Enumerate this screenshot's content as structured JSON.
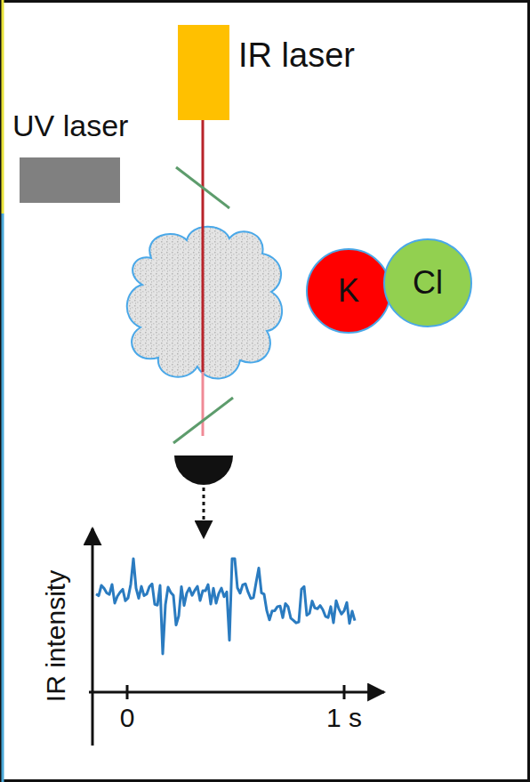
{
  "diagram": {
    "nodes": [
      {
        "text": [
          "IR laser"
        ]
      },
      {
        "text": [
          "UV laser"
        ]
      },
      {
        "text": [
          "K"
        ]
      },
      {
        "text": [
          "Cl"
        ]
      }
    ],
    "labels": [
      "IR intensity",
      "0",
      "1 s"
    ]
  }
}
